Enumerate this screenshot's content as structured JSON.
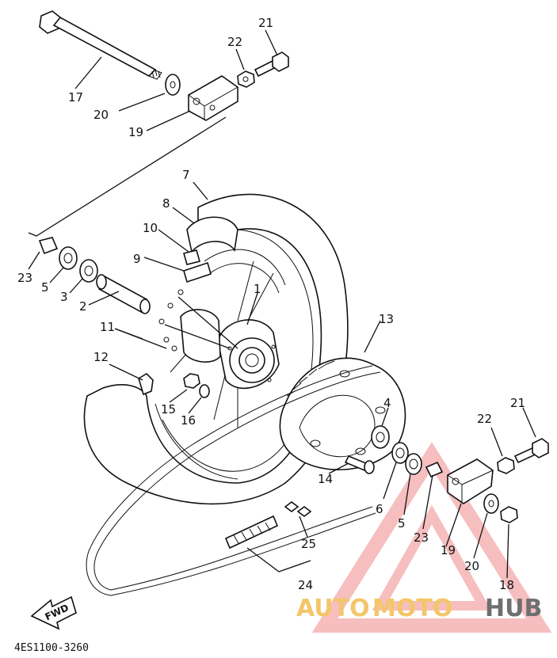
{
  "diagram": {
    "part_numbers": [
      "1",
      "2",
      "3",
      "4",
      "5",
      "6",
      "7",
      "8",
      "9",
      "10",
      "11",
      "12",
      "13",
      "14",
      "15",
      "16",
      "17",
      "18",
      "19",
      "20",
      "21",
      "22",
      "23",
      "24",
      "25"
    ],
    "labels": {
      "n17": "17",
      "n20a": "20",
      "n19a": "19",
      "n22a": "22",
      "n21a": "21",
      "n7": "7",
      "n8": "8",
      "n10": "10",
      "n9": "9",
      "n23a": "23",
      "n5a": "5",
      "n3": "3",
      "n2": "2",
      "n11": "11",
      "n1": "1",
      "n12": "12",
      "n13": "13",
      "n15": "15",
      "n16": "16",
      "n4": "4",
      "n14": "14",
      "n6": "6",
      "n5b": "5",
      "n23b": "23",
      "n19b": "19",
      "n20b": "20",
      "n18": "18",
      "n22b": "22",
      "n21b": "21",
      "n25": "25",
      "n24": "24"
    },
    "direction_marker": "FWD",
    "drawing_code": "4ES1100-3260",
    "watermark": {
      "part1": "AUTO",
      "part2": "MOTO",
      "part3": "HUB",
      "color_light": "#f3c66a",
      "color_dark": "#6f6f6f",
      "triangle_color": "#ef8a8a"
    }
  }
}
